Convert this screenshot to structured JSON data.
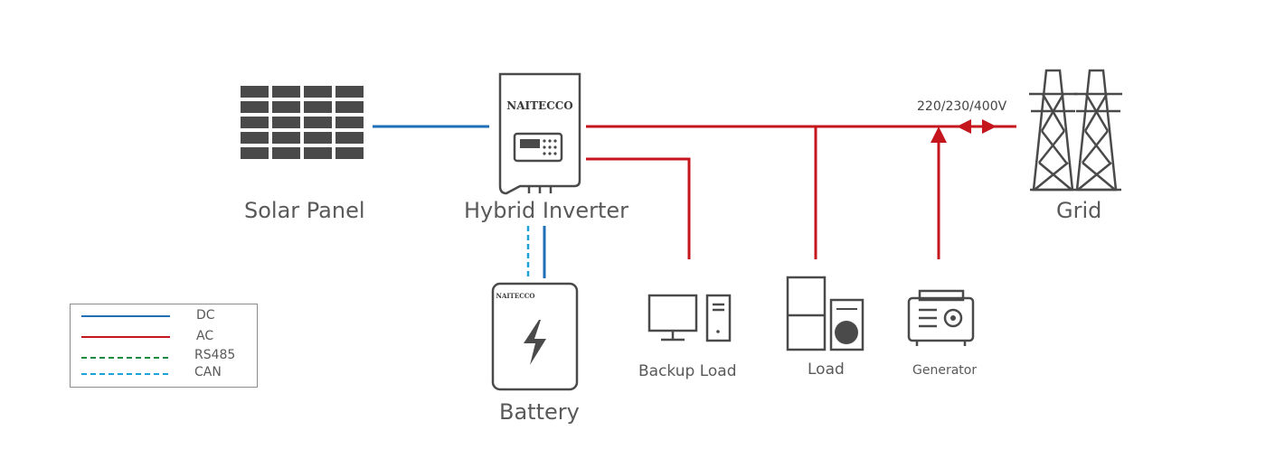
{
  "nodes": {
    "solar": "Solar Panel",
    "inverter": "Hybrid Inverter",
    "battery": "Battery",
    "grid": "Grid",
    "backup_load": "Backup Load",
    "load": "Load",
    "generator": "Generator"
  },
  "voltage_label": "220/230/400V",
  "brand": "NAITECCO",
  "legend": [
    {
      "label": "DC",
      "color": "#1f6fb8",
      "style": "solid"
    },
    {
      "label": "AC",
      "color": "#c4161c",
      "style": "solid"
    },
    {
      "label": "RS485",
      "color": "#1a8a3e",
      "style": "dashed"
    },
    {
      "label": "CAN",
      "color": "#1ea0d8",
      "style": "dashed"
    }
  ],
  "colors": {
    "dc": "#1f6fb8",
    "ac": "#c4161c",
    "can": "#1ea0d8",
    "rs485": "#1a8a3e",
    "icon": "#4a4a4a"
  }
}
